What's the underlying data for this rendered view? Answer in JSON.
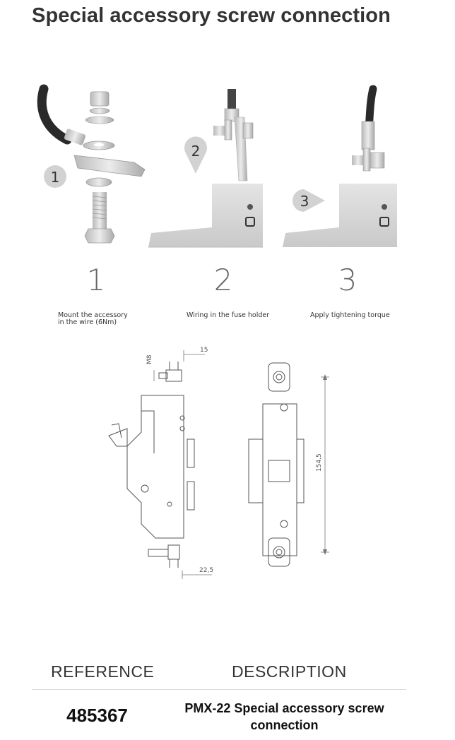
{
  "title": "Special accessory screw connection",
  "steps": [
    {
      "marker": "1",
      "number": "1",
      "caption_lines": [
        "Mount the accessory",
        "in the wire (6Nm)"
      ]
    },
    {
      "marker": "2",
      "number": "2",
      "caption_lines": [
        "Wiring in the fuse holder"
      ]
    },
    {
      "marker": "3",
      "number": "3",
      "caption_lines": [
        "Apply tightening torque"
      ]
    }
  ],
  "drawing": {
    "thread_label": "M8",
    "dim_top": "15",
    "dim_bottom": "22,5",
    "dim_height": "154,5"
  },
  "table": {
    "headers": [
      "REFERENCE",
      "DESCRIPTION"
    ],
    "rows": [
      {
        "reference": "485367",
        "description": "PMX-22 Special accessory screw connection"
      }
    ]
  }
}
